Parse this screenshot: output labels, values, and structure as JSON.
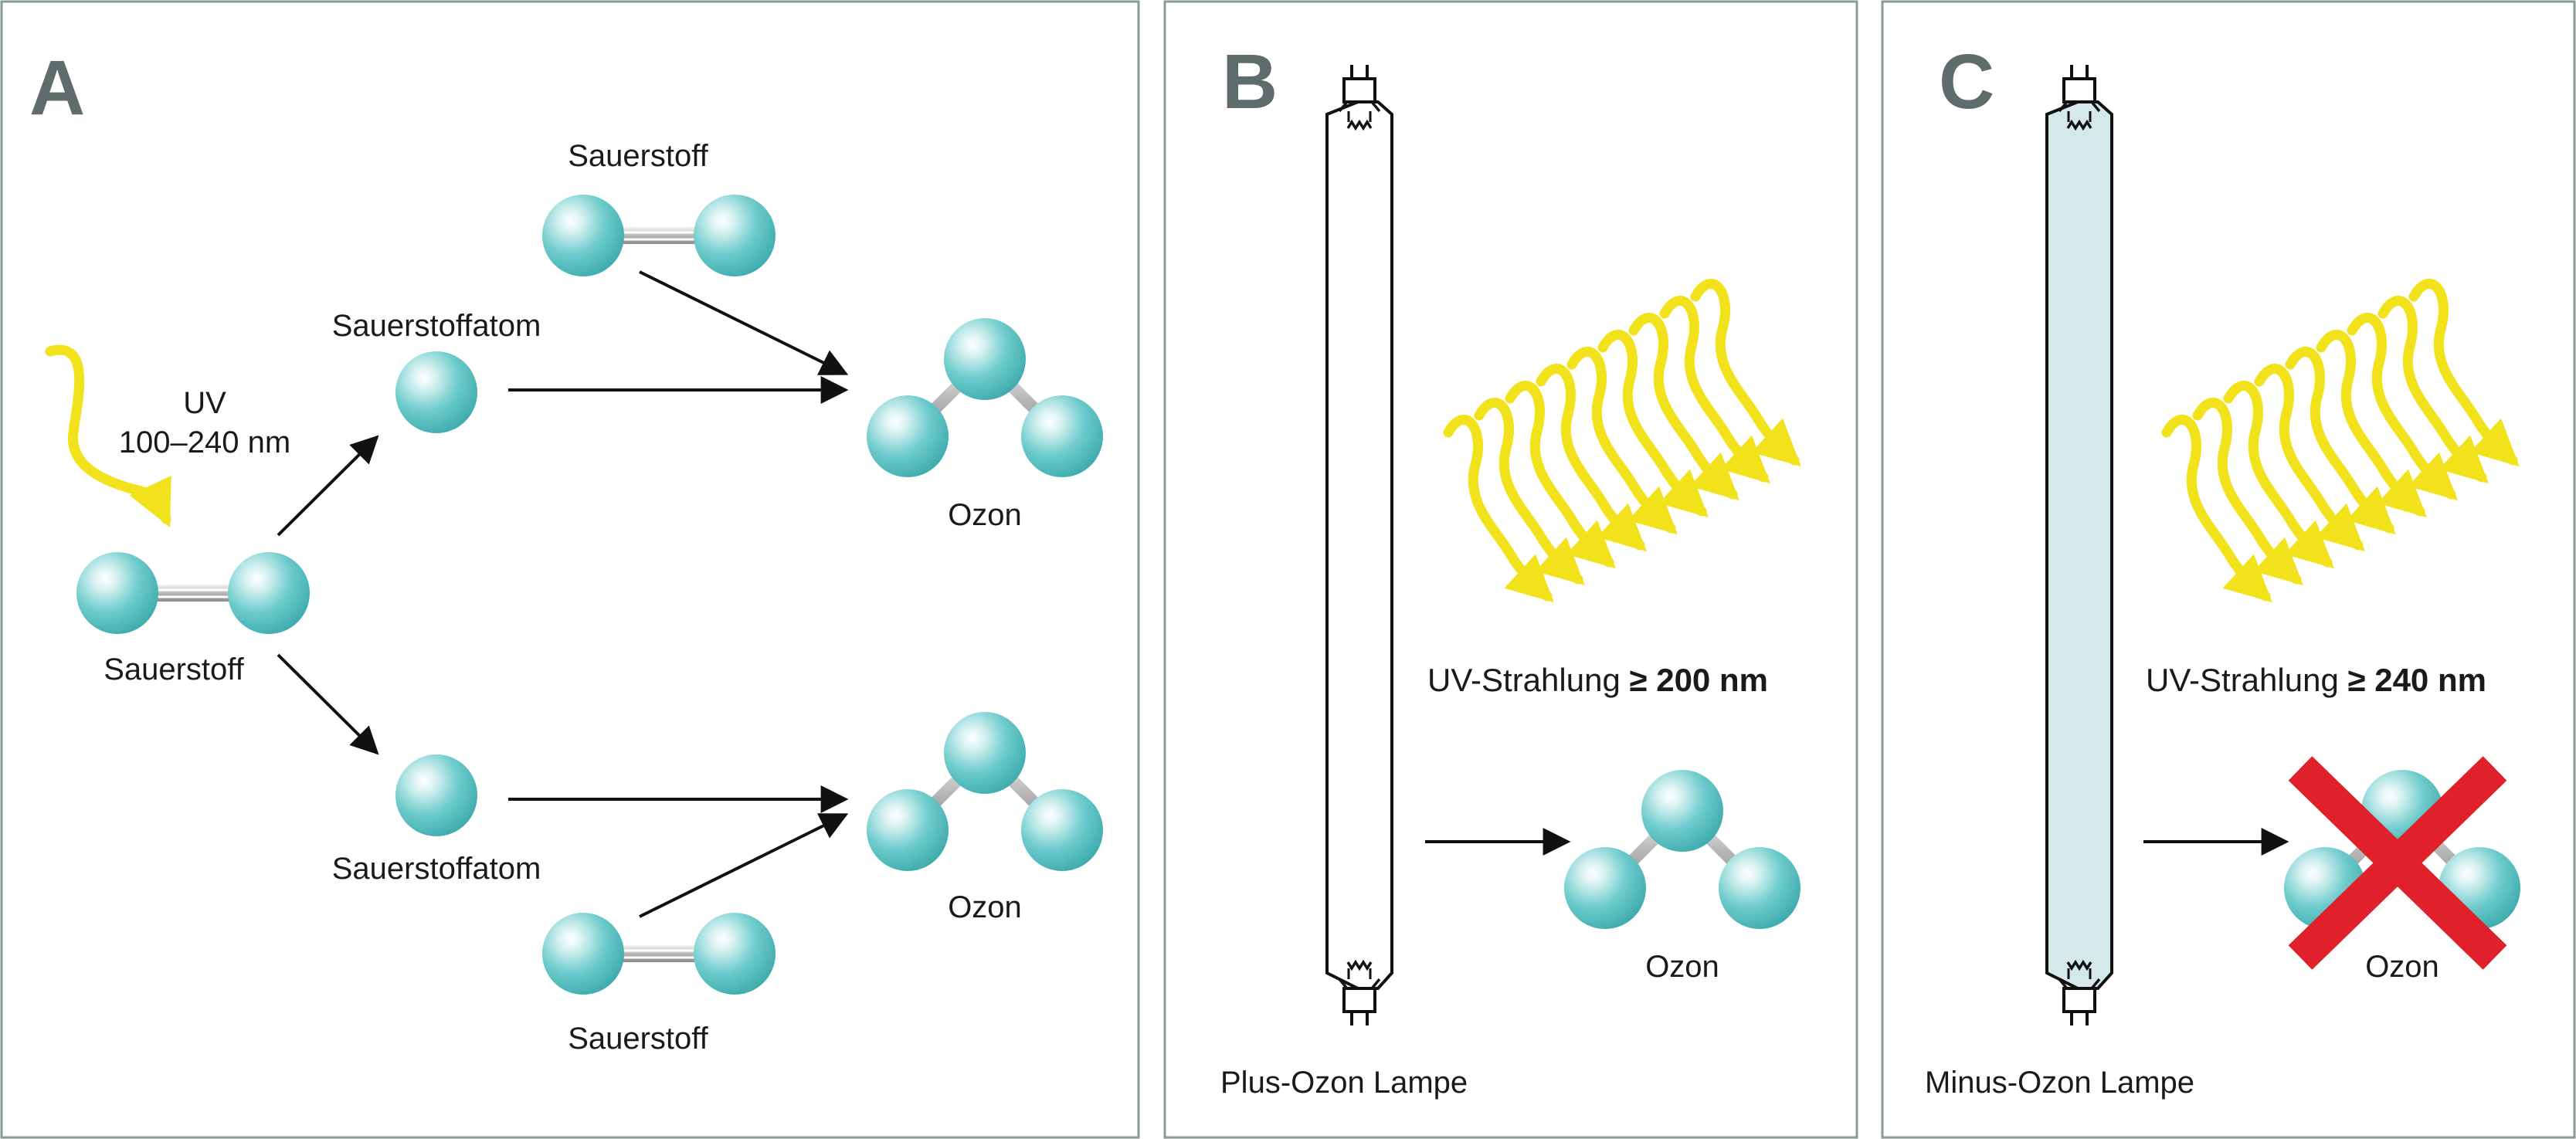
{
  "panels": {
    "a": {
      "letter": "A",
      "uv_label": "UV",
      "uv_range": "100–240 nm",
      "oxygen_top": "Sauerstoff",
      "oxygen_left": "Sauerstoff",
      "oxygen_bottom": "Sauerstoff",
      "atom_top": "Sauerstoffatom",
      "atom_bottom": "Sauerstoffatom",
      "ozone_top": "Ozon",
      "ozone_bottom": "Ozon"
    },
    "b": {
      "letter": "B",
      "radiation_prefix": "UV-Strahlung ",
      "radiation_value": "≥ 200 nm",
      "ozone": "Ozon",
      "lamp_label": "Plus-Ozon Lampe"
    },
    "c": {
      "letter": "C",
      "radiation_prefix": "UV-Strahlung ",
      "radiation_value": "≥ 240 nm",
      "ozone": "Ozon",
      "lamp_label": "Minus-Ozon Lampe"
    }
  },
  "colors": {
    "molecule": "#5cc3c5",
    "uv_ray": "#f2e21b",
    "cross": "#e0202a",
    "lamp_minus_fill": "#d5e8ea",
    "panel_border": "#8a9a9a",
    "panel_letter": "#5e6c6c"
  }
}
